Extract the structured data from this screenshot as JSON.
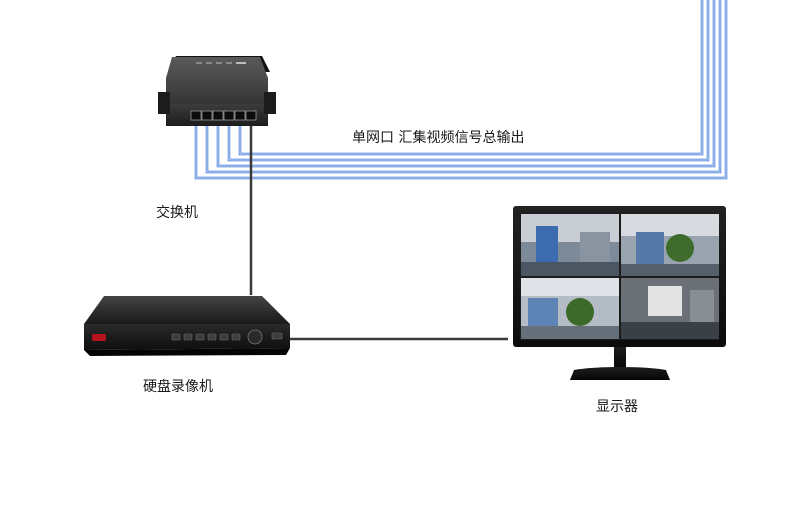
{
  "labels": {
    "uplink": "单网口 汇集视频信号总输出",
    "switch": "交换机",
    "dvr": "硬盘录像机",
    "monitor": "显示器"
  },
  "colors": {
    "cable_blue": "#2f6fd6",
    "cable_dark": "#3a3a3a",
    "device_body": "#2b2b2b",
    "dvr_accent": "#b5121b",
    "background": "#ffffff"
  }
}
